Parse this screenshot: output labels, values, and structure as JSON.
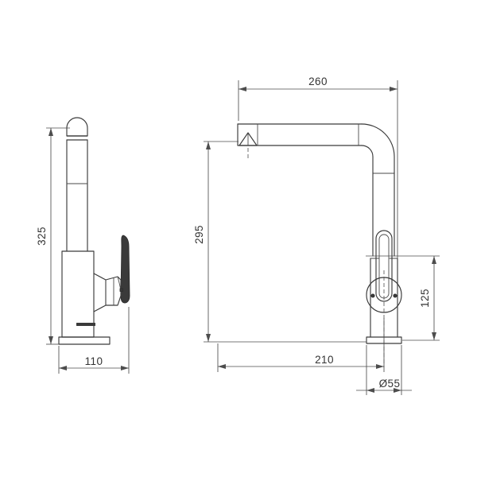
{
  "document": {
    "type": "technical-drawing",
    "subject": "kitchen-mixer-tap",
    "title": "",
    "units": "mm",
    "views": [
      {
        "name": "side-elevation",
        "label": ""
      },
      {
        "name": "front-elevation",
        "label": ""
      }
    ],
    "line_color": "#3a3a3a",
    "dimension_color": "#4d4d4d",
    "text_color": "#333333",
    "background_color": "#ffffff"
  },
  "brand": {
    "logo_name": "franke-logo-mark",
    "logo_text": ""
  },
  "dimensions": {
    "height_total": {
      "value": "325",
      "orientation": "vertical",
      "view": "side-elevation",
      "name": "overall-height"
    },
    "base_depth": {
      "value": "110",
      "orientation": "horizontal",
      "view": "side-elevation",
      "name": "overall-depth"
    },
    "spout_reach_total": {
      "value": "260",
      "orientation": "horizontal",
      "view": "front-elevation",
      "name": "overall-width"
    },
    "spout_height": {
      "value": "295",
      "orientation": "vertical",
      "view": "front-elevation",
      "name": "spout-outlet-height"
    },
    "spout_projection": {
      "value": "210",
      "orientation": "horizontal",
      "view": "front-elevation",
      "name": "spout-projection"
    },
    "handle_height": {
      "value": "125",
      "orientation": "vertical",
      "view": "front-elevation",
      "name": "handle-height"
    },
    "base_diameter": {
      "value": "Ø55",
      "orientation": "horizontal",
      "view": "front-elevation",
      "name": "base-diameter"
    }
  }
}
